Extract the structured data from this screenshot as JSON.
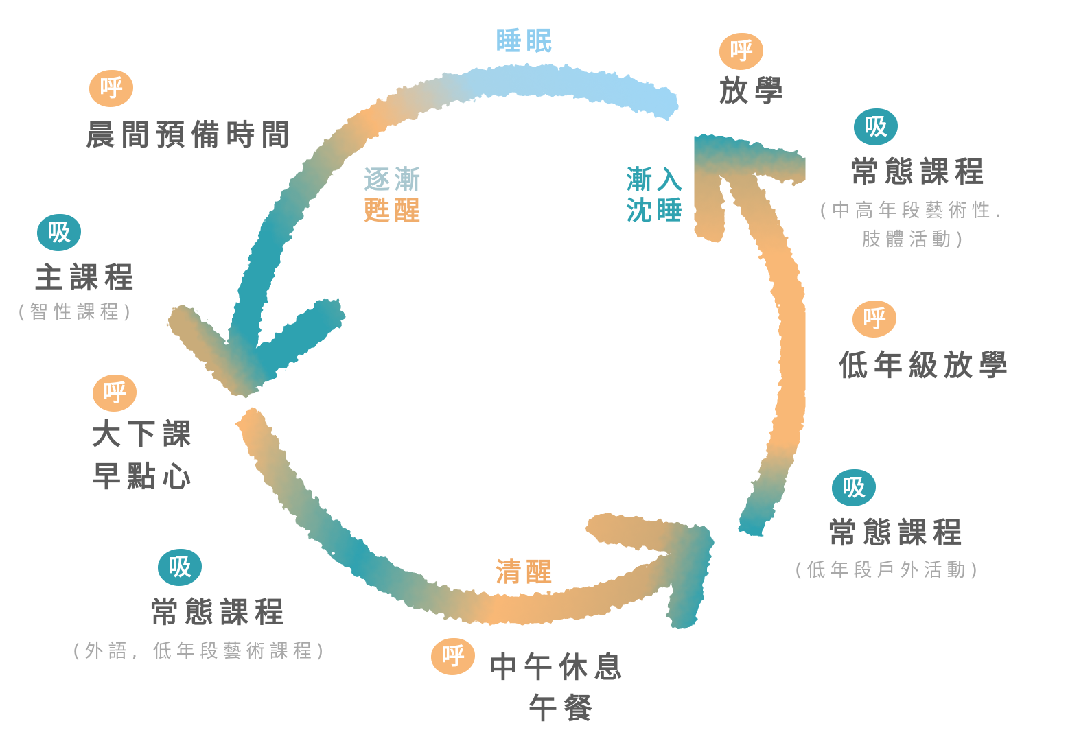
{
  "colors": {
    "teal": "#2fa2b0",
    "orange": "#f9b876",
    "light_blue": "#9fd6f5",
    "text": "#5b5b5b",
    "sub_text": "#a8a8a8"
  },
  "badges": {
    "exhale": "呼",
    "inhale": "吸"
  },
  "phases": {
    "sleep": "睡眠",
    "wake_line1": "逐漸",
    "wake_line2": "甦醒",
    "into_line1": "漸入",
    "into_line2": "沈睡",
    "alert": "清醒"
  },
  "nodes": {
    "morning_prep": "晨間預備時間",
    "main_course": "主課程",
    "main_course_sub": "(智性課程)",
    "recess_line1": "大下課",
    "recess_line2": "早點心",
    "regular_1": "常態課程",
    "regular_1_sub": "(外語, 低年段藝術課程)",
    "noon_line1": "中午休息",
    "noon_line2": "午餐",
    "regular_2": "常態課程",
    "regular_2_sub": "(低年段戶外活動)",
    "lower_dismissal": "低年級放學",
    "regular_3": "常態課程",
    "regular_3_sub_line1": "(中高年段藝術性.",
    "regular_3_sub_line2": "肢體活動)",
    "dismissal": "放學"
  }
}
